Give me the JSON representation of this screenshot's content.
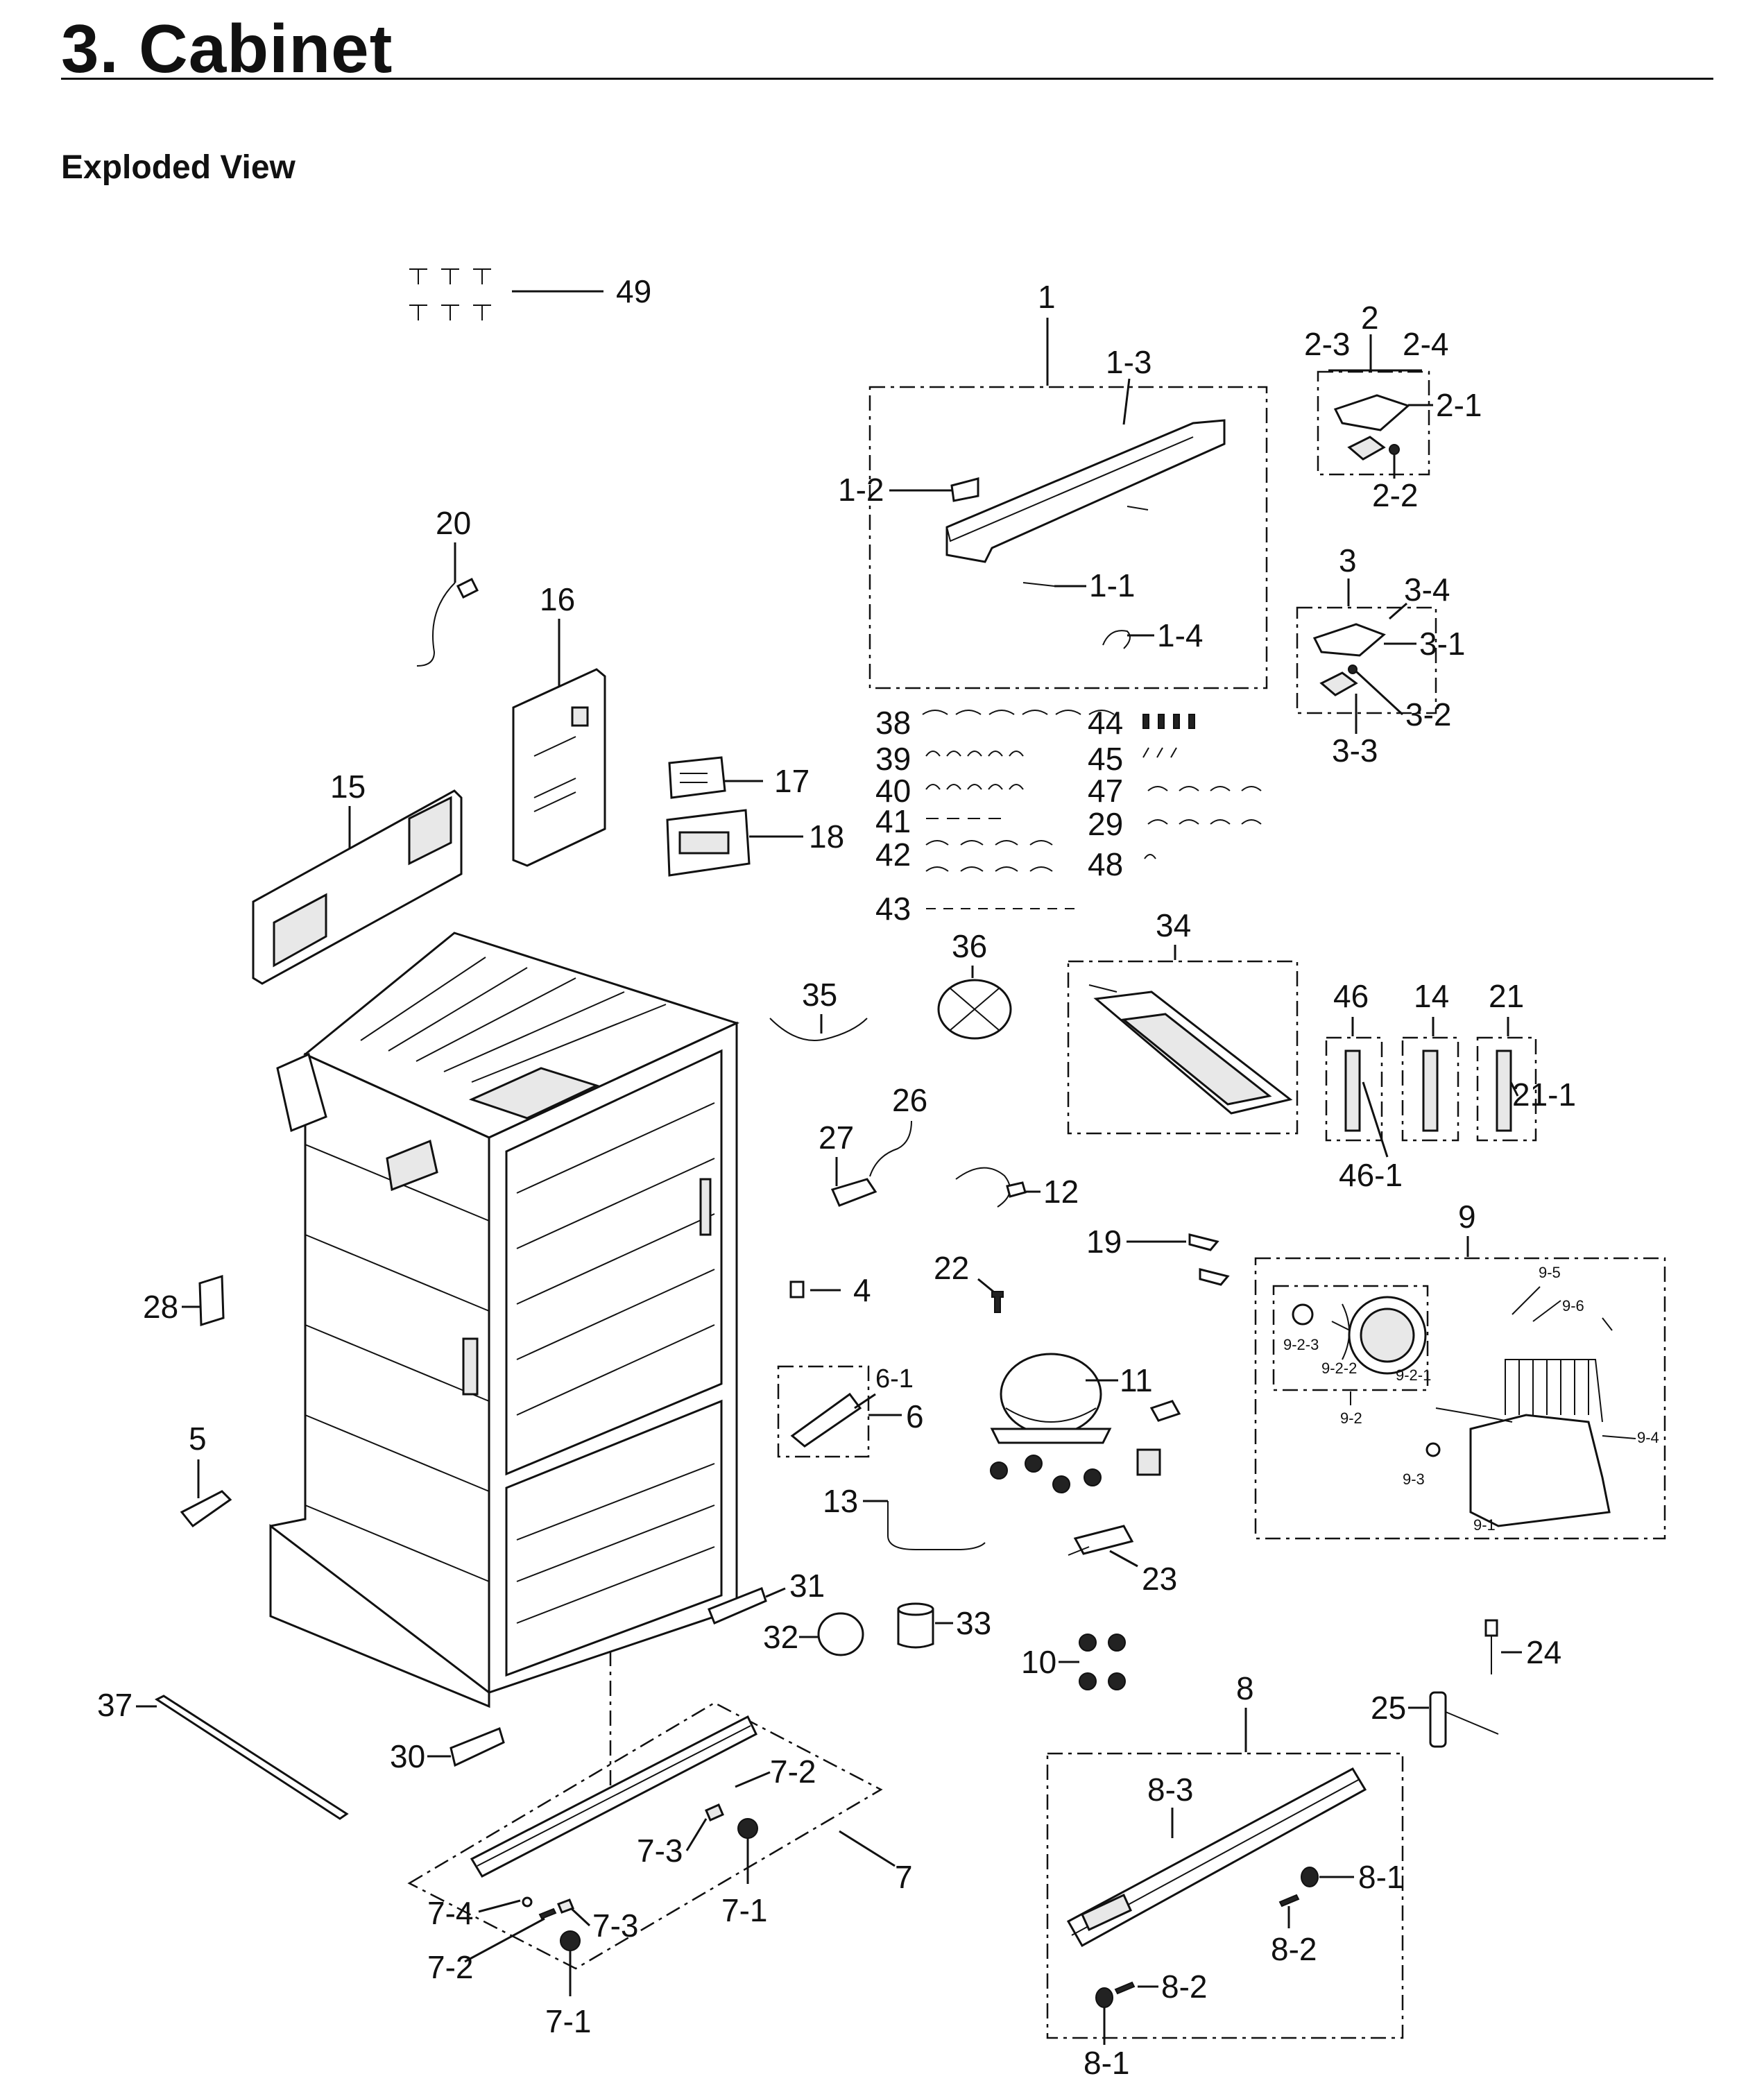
{
  "header": {
    "section_title": "3.  Cabinet",
    "subtitle": "Exploded View"
  },
  "labels": {
    "p1": "1",
    "p1_1": "1-1",
    "p1_2": "1-2",
    "p1_3": "1-3",
    "p1_4": "1-4",
    "p2": "2",
    "p2_1": "2-1",
    "p2_2": "2-2",
    "p2_3": "2-3",
    "p2_4": "2-4",
    "p3": "3",
    "p3_1": "3-1",
    "p3_2": "3-2",
    "p3_3": "3-3",
    "p3_4": "3-4",
    "p4": "4",
    "p5": "5",
    "p6": "6",
    "p6_1": "6-1",
    "p7": "7",
    "p7_1a": "7-1",
    "p7_1b": "7-1",
    "p7_2a": "7-2",
    "p7_2b": "7-2",
    "p7_3a": "7-3",
    "p7_3b": "7-3",
    "p7_4": "7-4",
    "p8": "8",
    "p8_1a": "8-1",
    "p8_1b": "8-1",
    "p8_2a": "8-2",
    "p8_2b": "8-2",
    "p8_3": "8-3",
    "p9": "9",
    "p9_1": "9-1",
    "p9_2": "9-2",
    "p9_2_1": "9-2-1",
    "p9_2_2": "9-2-2",
    "p9_2_3": "9-2-3",
    "p9_3": "9-3",
    "p9_4": "9-4",
    "p9_5": "9-5",
    "p9_6": "9-6",
    "p10": "10",
    "p11": "11",
    "p12": "12",
    "p13": "13",
    "p14": "14",
    "p15": "15",
    "p16": "16",
    "p17": "17",
    "p18": "18",
    "p19": "19",
    "p20": "20",
    "p21": "21",
    "p21_1": "21-1",
    "p22": "22",
    "p23": "23",
    "p24": "24",
    "p25": "25",
    "p26": "26",
    "p27": "27",
    "p28": "28",
    "p29": "29",
    "p30": "30",
    "p31": "31",
    "p32": "32",
    "p33": "33",
    "p34": "34",
    "p35": "35",
    "p36": "36",
    "p37": "37",
    "p38": "38",
    "p39": "39",
    "p40": "40",
    "p41": "41",
    "p42": "42",
    "p43": "43",
    "p44": "44",
    "p45": "45",
    "p46": "46",
    "p46_1": "46-1",
    "p47": "47",
    "p48": "48",
    "p49": "49"
  }
}
